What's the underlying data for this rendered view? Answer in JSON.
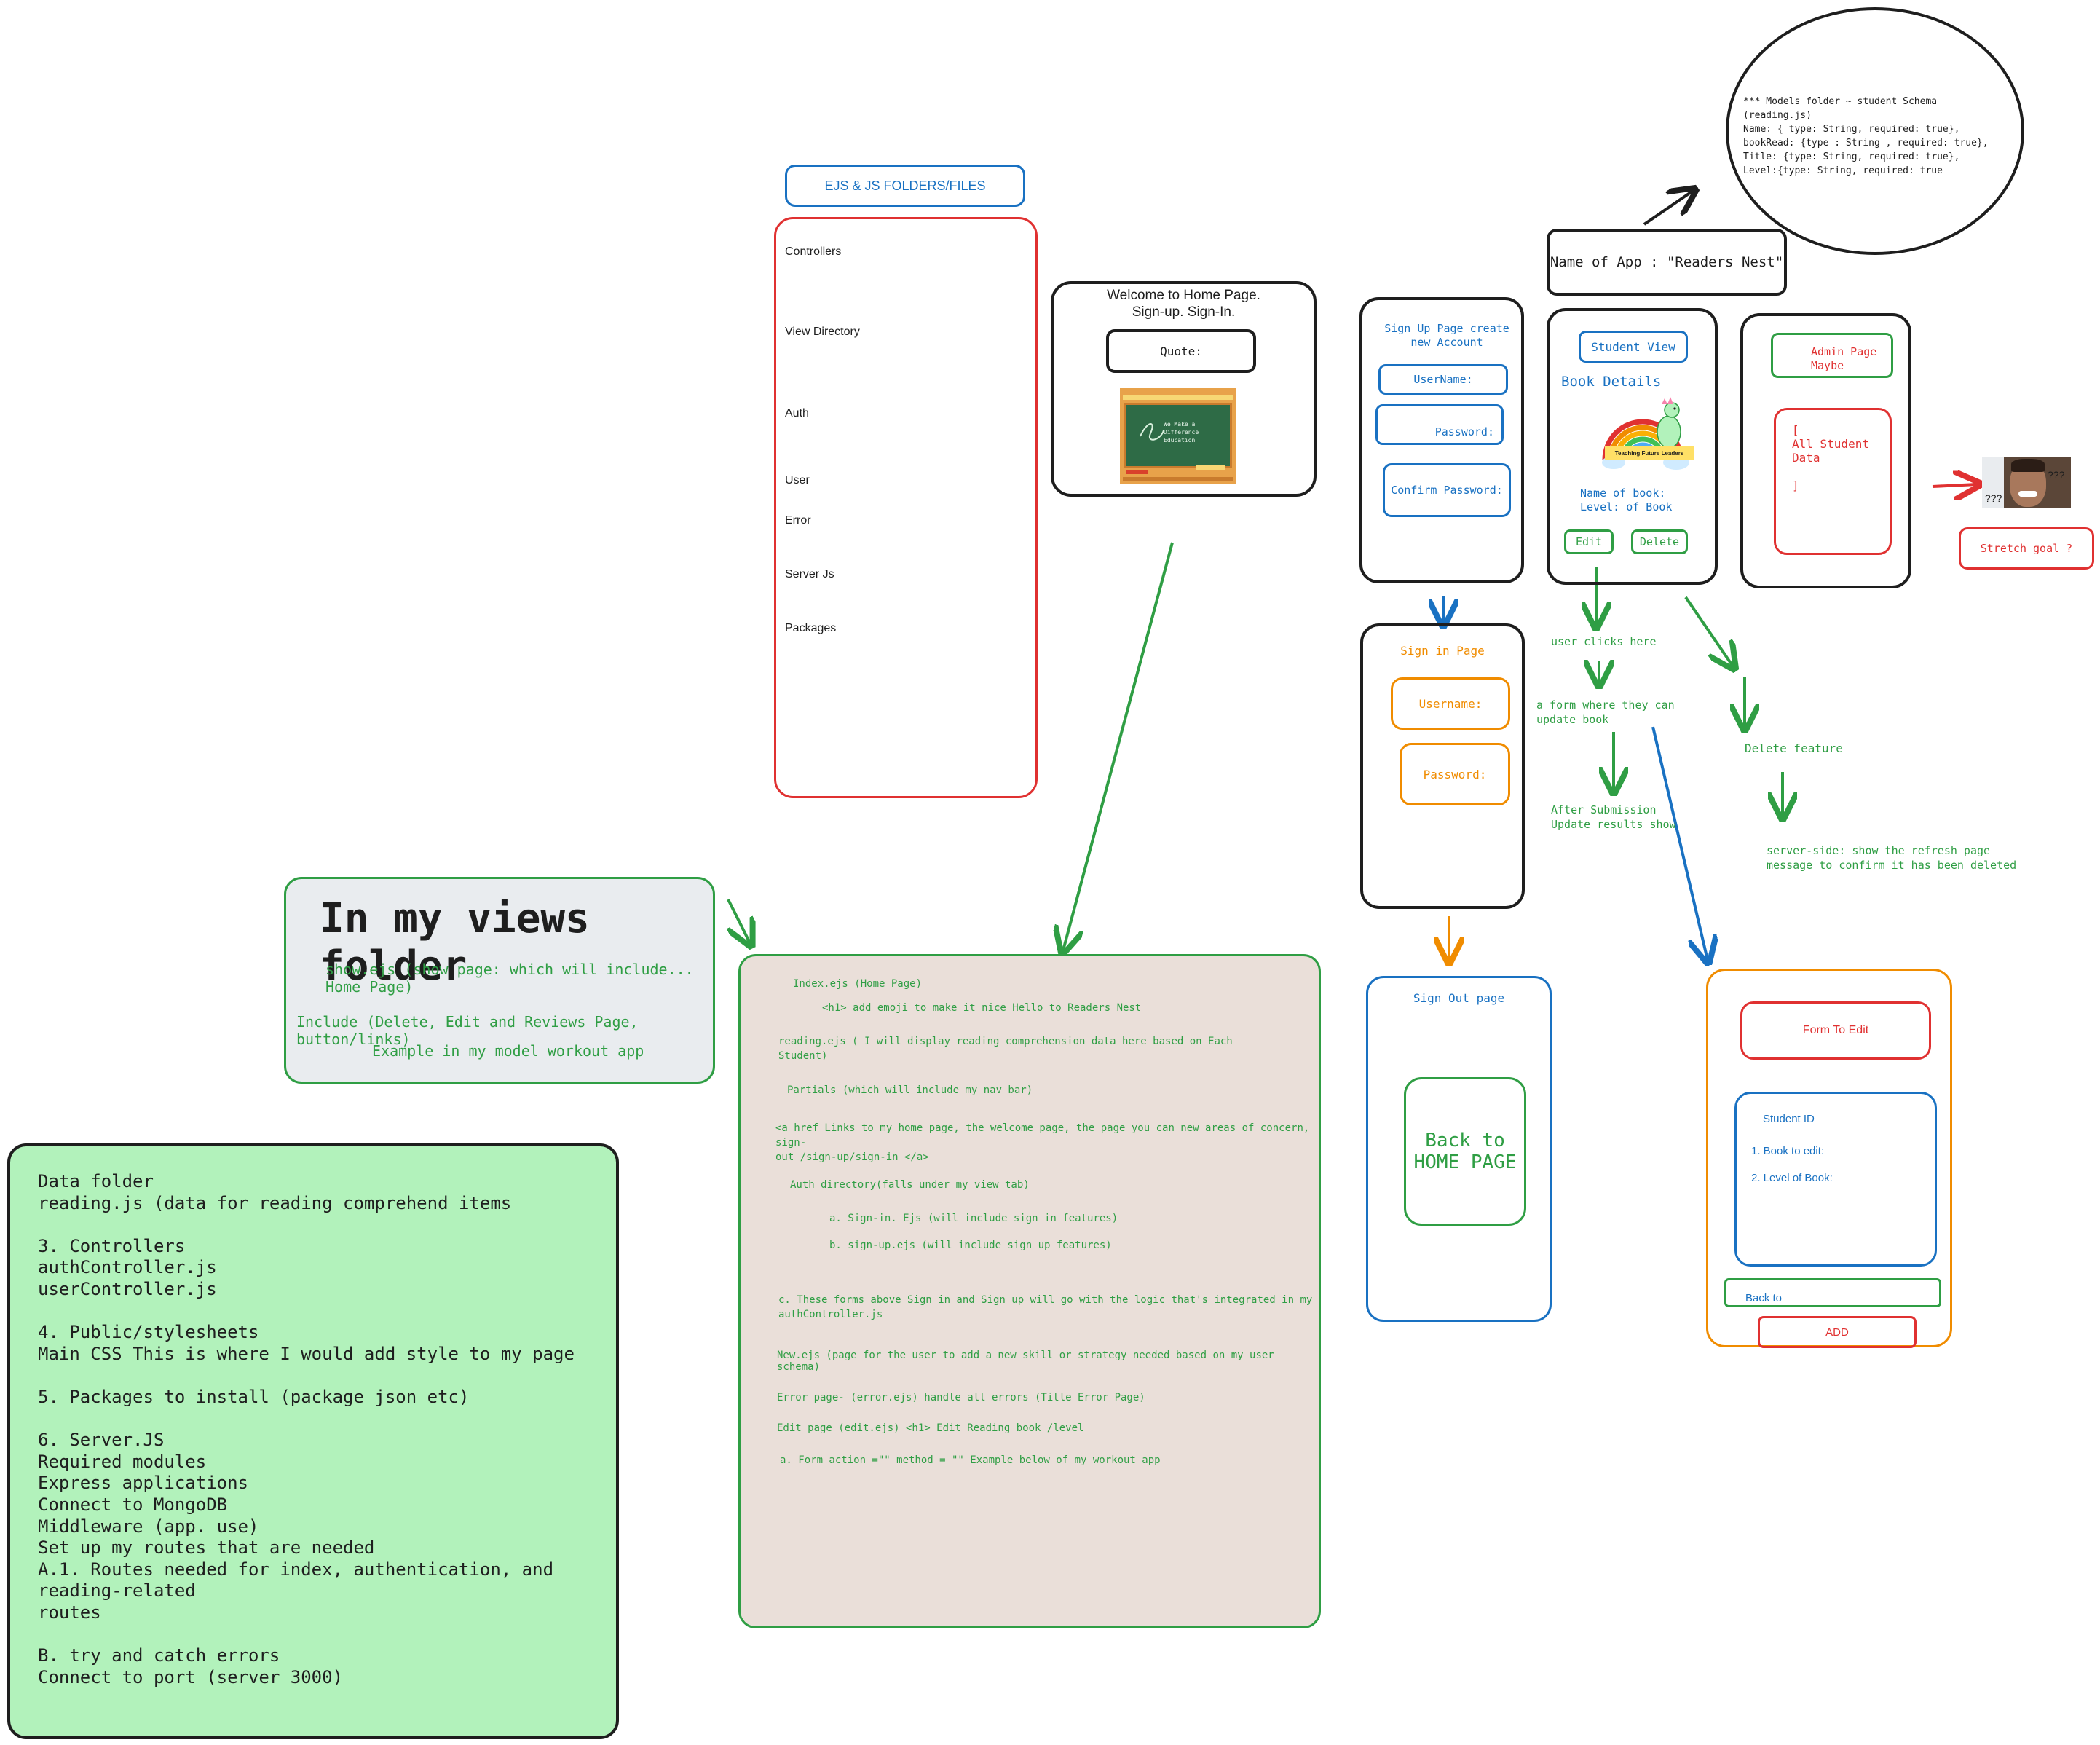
{
  "ejs_header": "EJS  & JS FOLDERS/FILES",
  "folders": [
    "Controllers",
    "View Directory",
    "Auth",
    "User",
    "Error",
    "Server Js",
    "Packages"
  ],
  "home": {
    "title": "Welcome to Home Page.\nSign-up.  Sign-In.",
    "quote": "Quote:",
    "chalkboard_text": "We Make a Difference\nEducation"
  },
  "signup": {
    "title": "Sign Up Page create new Account",
    "username": "UserName:",
    "password": "Password:",
    "confirm": "Confirm Password:"
  },
  "signin": {
    "title": "Sign in Page",
    "username": "Username:",
    "password": "Password:"
  },
  "signout": {
    "title": "Sign Out page",
    "back": "Back to\nHOME PAGE"
  },
  "app_name": "Name of App : \"Readers Nest\"",
  "models_note": "*** Models folder ~ student Schema (reading.js)\nName: { type: String, required: true},\nbookRead: {type : String , required: true},\nTitle: {type: String, required: true},\nLevel:{type: String, required: true",
  "student": {
    "view": "Student View",
    "details": "Book Details",
    "banner": "Teaching Future Leaders",
    "name_level": "Name of book:\nLevel: of Book",
    "edit": "Edit",
    "delete": "Delete"
  },
  "admin": {
    "title": "Admin Page\nMaybe",
    "data": "[\nAll Student\nData\n\n]"
  },
  "meme": {
    "q1": "???",
    "q2": "???"
  },
  "stretch": "Stretch goal ?",
  "flow": {
    "user_clicks": "user clicks here",
    "form_update": "a form where they can\nupdate book",
    "after_submit": "After Submission\nUpdate results show",
    "delete_feature": "Delete feature",
    "server_side": "server-side: show the refresh page\nmessage to confirm it has been deleted"
  },
  "edit_form": {
    "title": "Form To Edit",
    "student_id": "Student ID",
    "book": "1. Book to edit:",
    "level": "2. Level of Book:",
    "back": "Back to",
    "add": "ADD"
  },
  "views_note": {
    "heading": "In my views folder",
    "show": "show.ejs (show page: which will include... Home Page)",
    "include": "Include (Delete, Edit and Reviews Page, button/links)",
    "example": "Example in my model workout app"
  },
  "data_list": [
    "Data folder",
    "reading.js (data for reading comprehend items",
    "",
    "3. Controllers",
    "authController.js",
    "userController.js",
    "",
    "4. Public/stylesheets",
    "Main CSS This is where I would add style to my page",
    "",
    "5. Packages to install (package json etc)",
    "",
    "6. Server.JS",
    "Required modules",
    "Express applications",
    "Connect to MongoDB",
    "Middleware (app. use)",
    "Set up my routes that are needed",
    "A.1. Routes needed for index, authentication, and reading-related",
    "routes",
    "",
    "B. try and catch errors",
    "Connect to port (server 3000)"
  ],
  "index_notes": {
    "index": "Index.ejs (Home Page)",
    "h1": "<h1> add emoji to make it nice  Hello to Readers Nest",
    "reading": "reading.ejs ( I will display reading comprehension data here based on Each\nStudent)",
    "partials": "Partials (which will include my nav bar)",
    "href": "<a href      Links to my home page, the welcome page, the page you can new areas of concern, sign-\nout /sign-up/sign-in </a>",
    "auth": "Auth directory(falls under my view tab)",
    "signin": "a.   Sign-in. Ejs (will include sign in features)",
    "signup": "b.  sign-up.ejs (will include sign up features)",
    "forms": "c. These forms above Sign in and Sign up will go with the logic that's integrated in my\nauthController.js",
    "new": "New.ejs (page for the user to add a new skill or strategy needed based on my user schema)",
    "error": "Error page- (error.ejs) handle all errors (Title Error Page)",
    "edit": "Edit page (edit.ejs) <h1> Edit Reading book /level",
    "form_action": "a. Form action =\"\"   method = \"\"   Example below of my workout app"
  },
  "colors": {
    "red": "#e03131",
    "blue": "#1971c2",
    "green": "#2f9e44",
    "orange": "#f08c00",
    "black": "#1e1e1e",
    "light_green_fill": "#b2f2bb",
    "grey_fill": "#e9ecef",
    "tan_fill": "#eadfd9"
  }
}
